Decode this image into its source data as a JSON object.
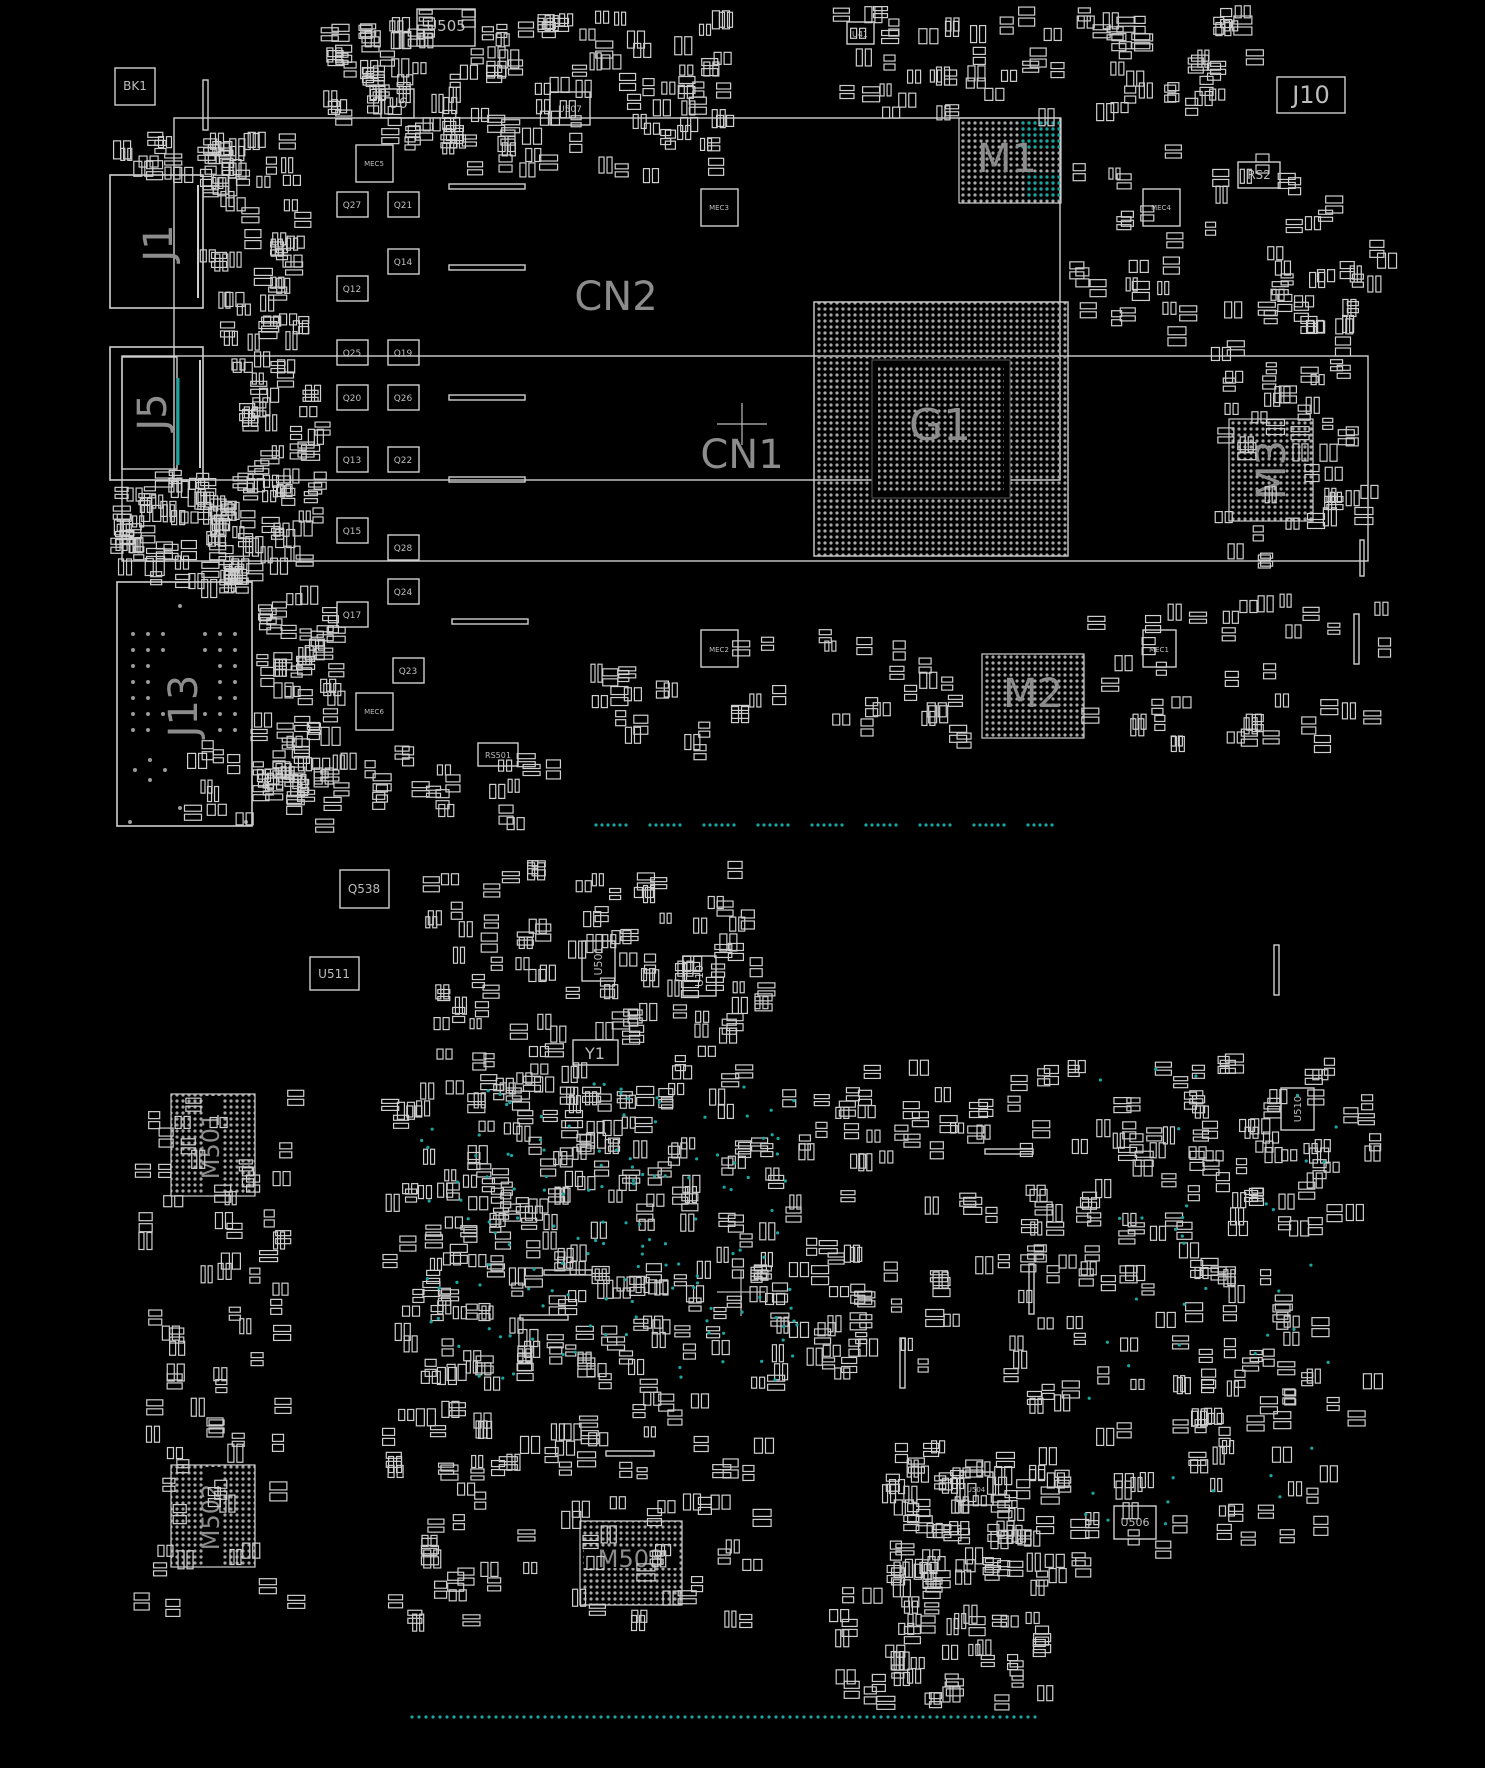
{
  "colors": {
    "background": "#000000",
    "outline": "#cfcfcf",
    "big_label": "#8c8c8c",
    "small_label": "#bdbdbd",
    "pad_teal": "#1aa5a0"
  },
  "labels": {
    "cn2": "CN2",
    "cn1": "CN1",
    "g1": "G1",
    "m1": "M1",
    "m2": "M2",
    "m3": "M3",
    "j1": "J1",
    "j5": "J5",
    "j13": "J13",
    "j10": "J10",
    "rs2": "RS2",
    "u505": "U505",
    "u6": "U6",
    "u507": "U507",
    "bk1": "BK1",
    "q538": "Q538",
    "u511": "U511",
    "u501": "U501",
    "u10": "U10",
    "y1": "Y1",
    "m501": "M501",
    "m502": "M502",
    "m503": "M503",
    "u510": "U510",
    "u506": "U506",
    "u504": "U504",
    "u41": "U41",
    "rs501": "RS501",
    "mec1": "MEC1",
    "mec2": "MEC2",
    "mec3": "MEC3",
    "mec4": "MEC4",
    "mec5": "MEC5",
    "mec6": "MEC6",
    "q27": "Q27",
    "q21": "Q21",
    "q14": "Q14",
    "q12": "Q12",
    "q25": "Q25",
    "q19": "Q19",
    "q20": "Q20",
    "q26": "Q26",
    "q13": "Q13",
    "q22": "Q22",
    "q15": "Q15",
    "q28": "Q28",
    "q24": "Q24",
    "q17": "Q17",
    "q23": "Q23"
  }
}
